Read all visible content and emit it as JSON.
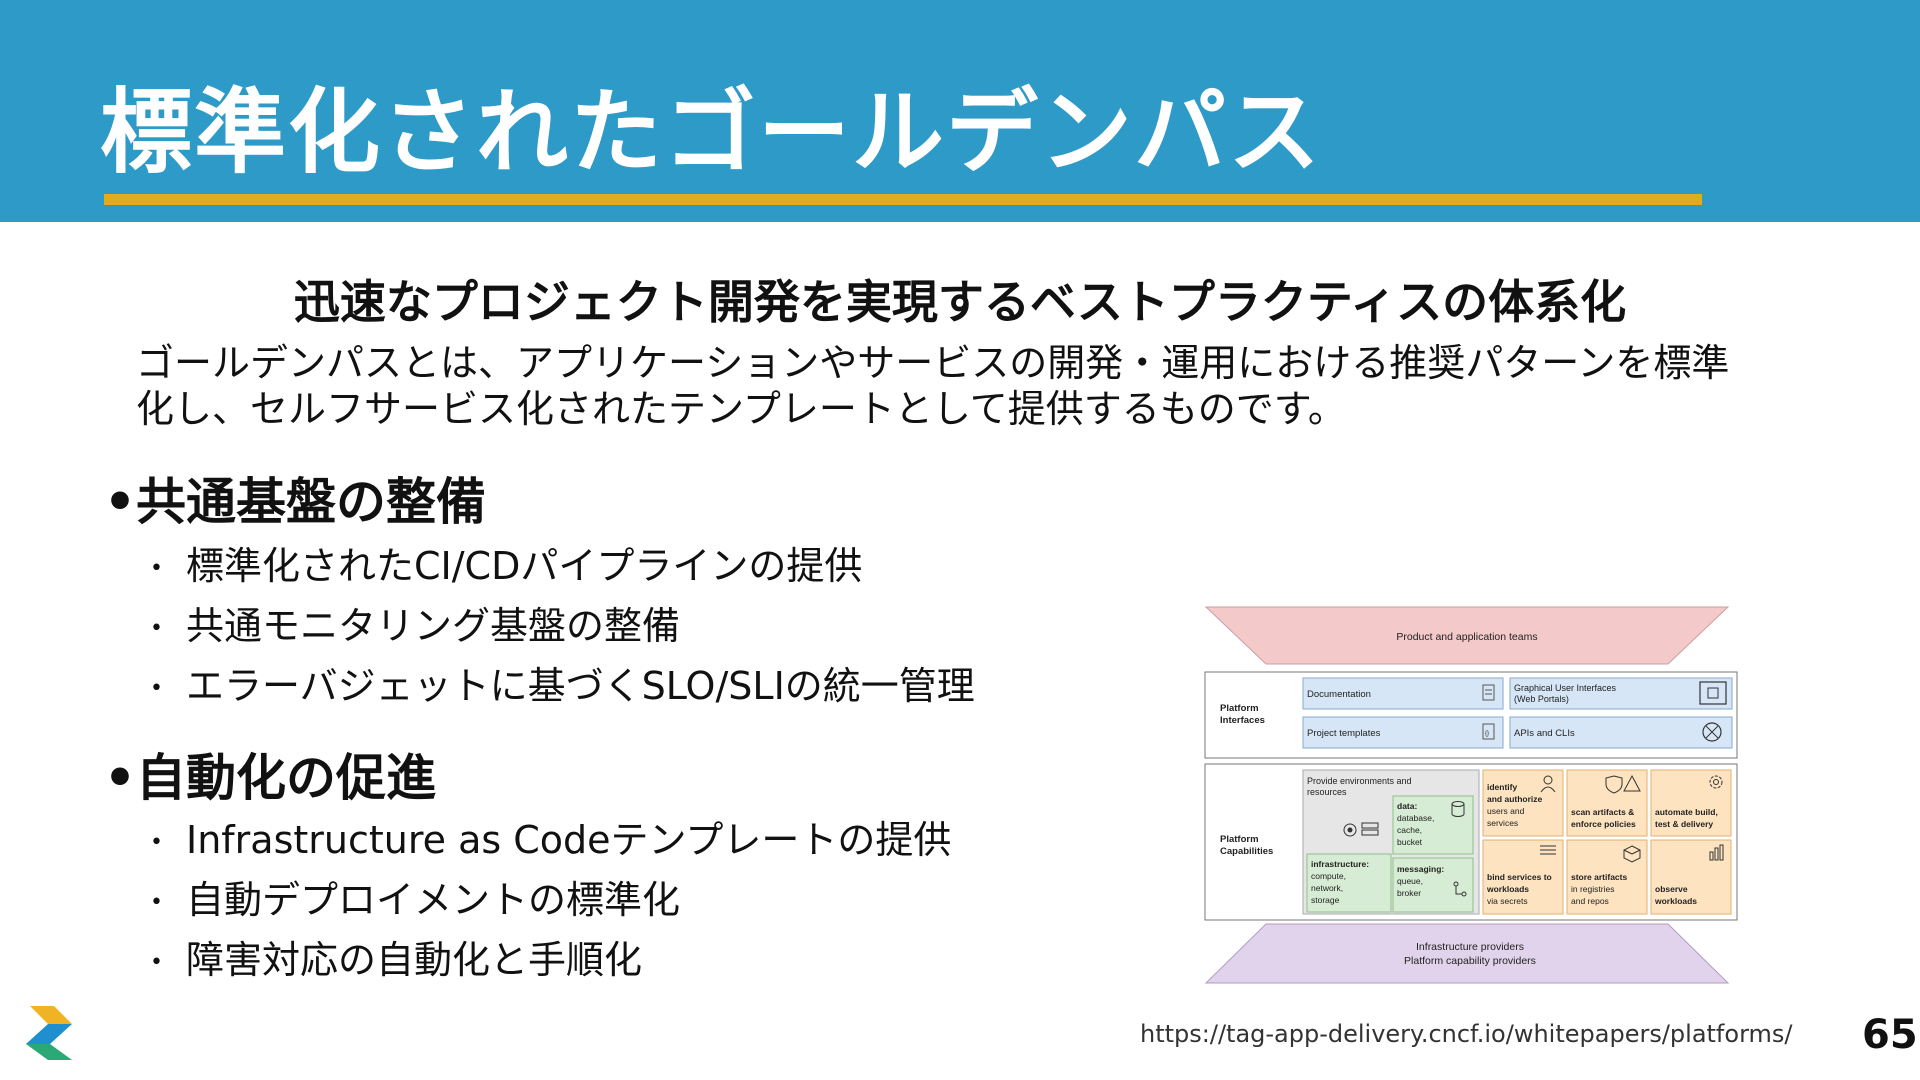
{
  "slide": {
    "title": "標準化されたゴールデンパス",
    "subtitle": "迅速なプロジェクト開発を実現するベストプラクティスの体系化",
    "intro_line1": "ゴールデンパスとは、アプリケーションやサービスの開発・運用における推奨パターンを標準",
    "intro_line2": "化し、セルフサービス化されたテンプレートとして提供するものです。",
    "sections": [
      {
        "heading": "共通基盤の整備",
        "items": [
          "標準化されたCI/CDパイプラインの提供",
          "共通モニタリング基盤の整備",
          "エラーバジェットに基づくSLO/SLIの統一管理"
        ]
      },
      {
        "heading": "自動化の促進",
        "items": [
          "Infrastructure as Codeテンプレートの提供",
          "自動デプロイメントの標準化",
          "障害対応の自動化と手順化"
        ]
      }
    ],
    "source_url": "https://tag-app-delivery.cncf.io/whitepapers/platforms/",
    "page_number": "65"
  },
  "diagram": {
    "top_label": "Product and application teams",
    "interfaces": {
      "label_line1": "Platform",
      "label_line2": "Interfaces",
      "documentation": "Documentation",
      "gui_line1": "Graphical User Interfaces",
      "gui_line2": "(Web Portals)",
      "project_templates": "Project templates",
      "apis": "APIs and CLIs"
    },
    "capabilities": {
      "label_line1": "Platform",
      "label_line2": "Capabilities",
      "provide_line1": "Provide environments and",
      "provide_line2": "resources",
      "data_title": "data:",
      "data_lines": [
        "database,",
        "cache,",
        "bucket"
      ],
      "infra_title": "infrastructure:",
      "infra_lines": [
        "compute,",
        "network,",
        "storage"
      ],
      "messaging_title": "messaging:",
      "messaging_lines": [
        "queue,",
        "broker"
      ],
      "identify_title1": "identify",
      "identify_title2": "and authorize",
      "identify_lines": [
        "users and",
        "services"
      ],
      "scan_line1": "scan artifacts &",
      "scan_line2": "enforce policies",
      "automate_line1": "automate build,",
      "automate_line2": "test & delivery",
      "bind_line1": "bind services to",
      "bind_line2": "workloads",
      "bind_line3": "via secrets",
      "store_line1": "store artifacts",
      "store_line2": "in registries",
      "store_line3": "and repos",
      "observe_line1": "observe",
      "observe_line2": "workloads"
    },
    "bottom_line1": "Infrastructure providers",
    "bottom_line2": "Platform capability providers"
  },
  "colors": {
    "header_bg": "#2e9ac8",
    "rule": "#e0ac1f",
    "top_funnel": "#f4c9c9",
    "interface_box": "#d6e6f7",
    "green_box": "#d7ecd4",
    "orange_box": "#fde3c0",
    "bottom_funnel": "#e2d3ec"
  }
}
